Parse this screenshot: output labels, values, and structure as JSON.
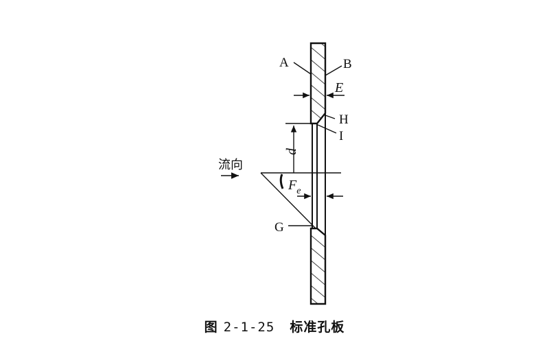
{
  "figure": {
    "caption_prefix": "图",
    "caption_number": "2-1-25",
    "caption_title": "标准孔板"
  },
  "labels": {
    "A": "A",
    "B": "B",
    "E": "E",
    "H": "H",
    "I": "I",
    "d": "d",
    "Fe_main": "F",
    "Fe_sub": "e",
    "G": "G",
    "flow_direction": "流向"
  },
  "colors": {
    "line": "#111111",
    "background": "#ffffff"
  }
}
